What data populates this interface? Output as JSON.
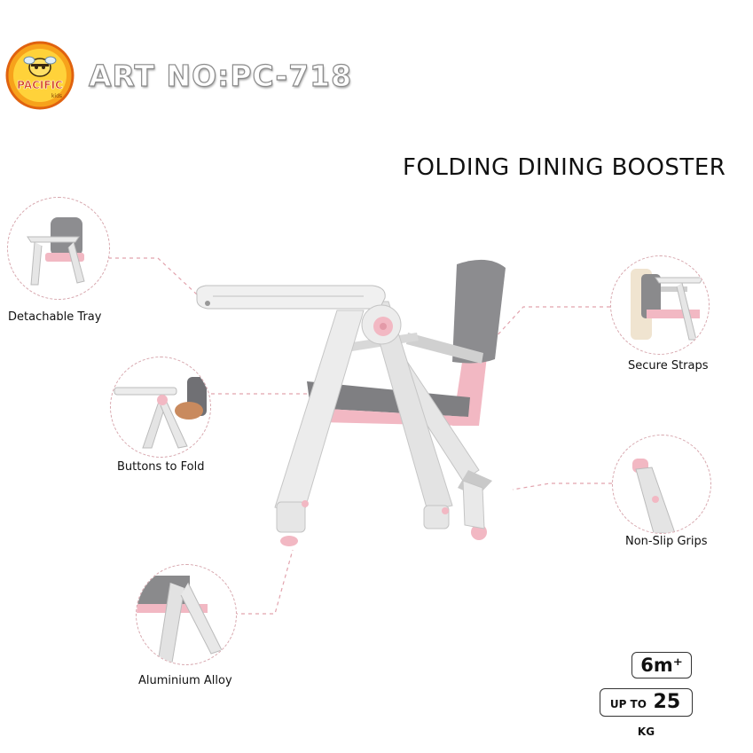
{
  "logo": {
    "text": "PACIFIC",
    "sub": "kids"
  },
  "header": {
    "art_no": "ART NO:PC-718"
  },
  "title": "FOLDING DINING BOOSTER",
  "features": [
    {
      "label": "Detachable Tray"
    },
    {
      "label": "Buttons to Fold"
    },
    {
      "label": "Aluminium Alloy"
    },
    {
      "label": "Secure Straps"
    },
    {
      "label": "Non-Slip Grips"
    }
  ],
  "badges": {
    "age": "6m⁺",
    "weight_prefix": "UP TO",
    "weight_value": "25",
    "weight_unit": "KG"
  },
  "colors": {
    "accent_pink": "#f2b8c3",
    "frame_gray": "#d8d8d8",
    "seat_gray": "#8c8c8c"
  }
}
